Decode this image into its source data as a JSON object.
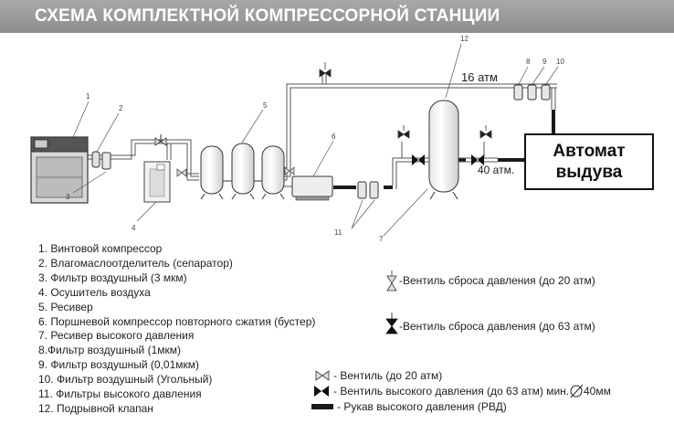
{
  "title": "СХЕМА КОМПЛЕКТНОЙ КОМПРЕССОРНОЙ СТАНЦИИ",
  "automat": {
    "line1": "Автомат",
    "line2": "выдува"
  },
  "pressure": {
    "top": "16 атм",
    "right": "40 атм."
  },
  "callouts": [
    "1",
    "2",
    "3",
    "4",
    "5",
    "6",
    "7",
    "8",
    "9",
    "10",
    "11",
    "12"
  ],
  "legend": [
    "1. Винтовой компрессор",
    "2. Влагомаслоотделитель (сепаратор)",
    "3. Фильтр воздушный (3 мкм)",
    "4. Осушитель воздуха",
    "5. Ресивер",
    "6. Поршневой компрессор повторного сжатия (бустер)",
    "7. Ресивер высокого давления",
    "8.Фильтр воздушный (1мкм)",
    "9. Фильтр воздушный (0,01мкм)",
    "10. Фильтр воздушный (Угольный)",
    "11. Фильтры  высокого давления",
    "12. Подрывной клапан"
  ],
  "symbols": {
    "relief_low": "-Вентиль сброса давления (до 20 атм)",
    "relief_high": "-Вентиль сброса давления (до 63 атм)",
    "valve_low": "- Вентиль (до 20 атм)",
    "valve_high": "- Вентиль высокого давления (до 63 атм) мин.",
    "valve_high_dia": "40мм",
    "hose": "- Рукав высокого давления (РВД)"
  },
  "colors": {
    "title_bar": "#999999",
    "line": "#444444",
    "hose": "#1a1a1a"
  }
}
